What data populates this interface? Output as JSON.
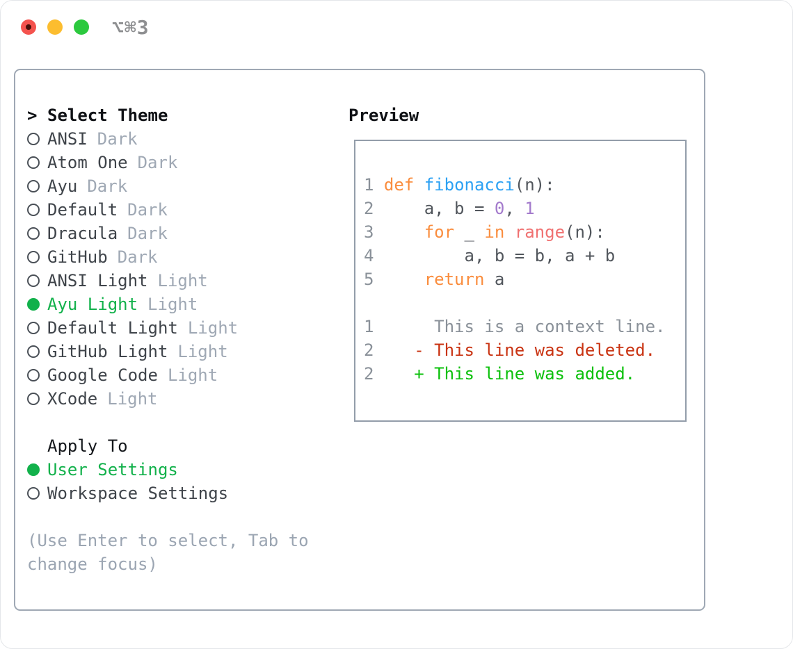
{
  "titlebar": {
    "shortcut": "⌥⌘3",
    "buttons": [
      "close",
      "minimize",
      "zoom"
    ]
  },
  "colors": {
    "accent_green": "#12b14b",
    "added_green": "#0bc00b",
    "deleted_red": "#c93312",
    "keyword_orange": "#fa8d3e",
    "function_blue": "#2ca1f3",
    "call_coral": "#f07171",
    "number_purple": "#a37acc",
    "muted_gray": "#9ba5b2",
    "traffic_red": "#f4534e",
    "traffic_yellow": "#fcbd2f",
    "traffic_green": "#2cc93e"
  },
  "theme_section": {
    "prompt": ">",
    "title": "Select Theme",
    "items": [
      {
        "label": "ANSI",
        "tag": "Dark",
        "selected": false
      },
      {
        "label": "Atom One",
        "tag": "Dark",
        "selected": false
      },
      {
        "label": "Ayu",
        "tag": "Dark",
        "selected": false
      },
      {
        "label": "Default",
        "tag": "Dark",
        "selected": false
      },
      {
        "label": "Dracula",
        "tag": "Dark",
        "selected": false
      },
      {
        "label": "GitHub",
        "tag": "Dark",
        "selected": false
      },
      {
        "label": "ANSI Light",
        "tag": "Light",
        "selected": false
      },
      {
        "label": "Ayu Light",
        "tag": "Light",
        "selected": true
      },
      {
        "label": "Default Light",
        "tag": "Light",
        "selected": false
      },
      {
        "label": "GitHub Light",
        "tag": "Light",
        "selected": false
      },
      {
        "label": "Google Code",
        "tag": "Light",
        "selected": false
      },
      {
        "label": "XCode",
        "tag": "Light",
        "selected": false
      }
    ]
  },
  "apply_section": {
    "title": "Apply To",
    "options": [
      {
        "label": "User Settings",
        "selected": true
      },
      {
        "label": "Workspace Settings",
        "selected": false
      }
    ]
  },
  "hint_lines": [
    "(Use Enter to select, Tab to",
    "change focus)"
  ],
  "preview": {
    "title": "Preview",
    "lines": [
      [
        {
          "t": "1 ",
          "c": "ln"
        },
        {
          "t": "def",
          "c": "kw"
        },
        {
          "t": " ",
          "c": "plain"
        },
        {
          "t": "fibonacci",
          "c": "fn"
        },
        {
          "t": "(n):",
          "c": "plain"
        }
      ],
      [
        {
          "t": "2 ",
          "c": "ln"
        },
        {
          "t": "    a, b = ",
          "c": "plain"
        },
        {
          "t": "0",
          "c": "num"
        },
        {
          "t": ", ",
          "c": "plain"
        },
        {
          "t": "1",
          "c": "num"
        }
      ],
      [
        {
          "t": "3 ",
          "c": "ln"
        },
        {
          "t": "    ",
          "c": "plain"
        },
        {
          "t": "for",
          "c": "kw"
        },
        {
          "t": " _ ",
          "c": "plain"
        },
        {
          "t": "in",
          "c": "kw"
        },
        {
          "t": " ",
          "c": "plain"
        },
        {
          "t": "range",
          "c": "call"
        },
        {
          "t": "(n):",
          "c": "plain"
        }
      ],
      [
        {
          "t": "4 ",
          "c": "ln"
        },
        {
          "t": "        a, b = b, a + b",
          "c": "plain"
        }
      ],
      [
        {
          "t": "5 ",
          "c": "ln"
        },
        {
          "t": "    ",
          "c": "plain"
        },
        {
          "t": "return",
          "c": "kw"
        },
        {
          "t": " a",
          "c": "plain"
        }
      ],
      [],
      [
        {
          "t": "1",
          "c": "ln"
        },
        {
          "t": "      This is a context line.",
          "c": "ctx"
        }
      ],
      [
        {
          "t": "2",
          "c": "ln"
        },
        {
          "t": "    - This line was deleted.",
          "c": "del"
        }
      ],
      [
        {
          "t": "2",
          "c": "ln"
        },
        {
          "t": "    + This line was added.",
          "c": "add"
        }
      ]
    ]
  }
}
